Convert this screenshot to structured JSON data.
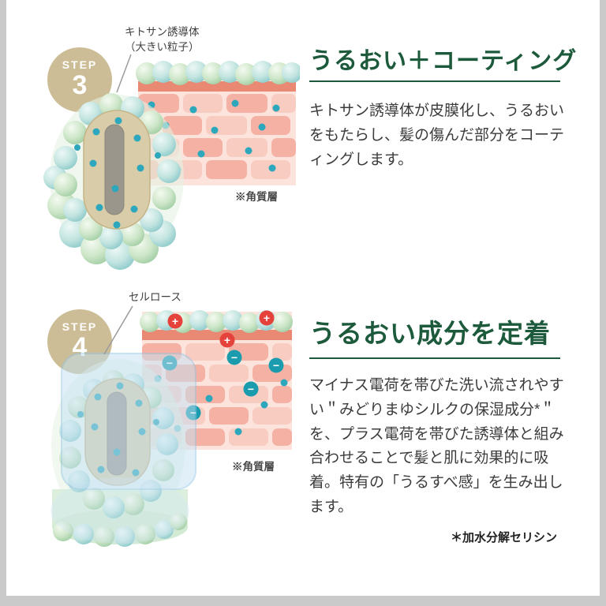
{
  "page": {
    "frame_color": "#cacaca",
    "background": "#ffffff"
  },
  "colors": {
    "title_green": "#1d5a3c",
    "body_text": "#3b3b3b",
    "step_circle_tan": "#ccbd96",
    "brick_dark": "#f5b2a4",
    "brick_light": "#f9ccc2",
    "cuticle_band": "#e98873",
    "dot_teal": "#2ca7bc",
    "plus_red": "#e5423b",
    "minus_teal": "#1a9cae",
    "cellulose_blue": "#c4e1f3"
  },
  "symbols": {
    "plus": "+",
    "minus": "−"
  },
  "step3": {
    "step_label": "STEP",
    "step_number": "3",
    "annotation": "キトサン誘導体\n（大きい粒子）",
    "layer_note": "※角質層",
    "title": "うるおい＋コーティング",
    "body": "キトサン誘導体が皮膜化し、うるおいをもたらし、髪の傷んだ部分をコーティングします。"
  },
  "step4": {
    "step_label": "STEP",
    "step_number": "4",
    "annotation": "セルロース",
    "layer_note": "※角質層",
    "title": "うるおい成分を定着",
    "body": "マイナス電荷を帯びた洗い流されやすい＂みどりまゆシルクの保湿成分*＂を、プラス電荷を帯びた誘導体と組み合わせることで髪と肌に効果的に吸着。特有の「うるすべ感」を生み出します。",
    "footnote": "＊加水分解セリシン"
  }
}
